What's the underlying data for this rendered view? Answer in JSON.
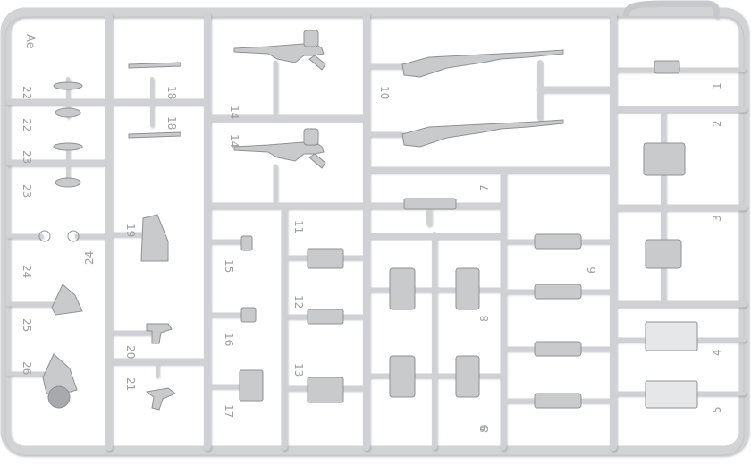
{
  "sprue": {
    "code": "Ae",
    "numbers": [
      "22",
      "22",
      "23",
      "23",
      "24",
      "24",
      "25",
      "26",
      "18",
      "18",
      "19",
      "20",
      "21",
      "14",
      "14",
      "10",
      "7",
      "1",
      "2",
      "3",
      "4",
      "5",
      "6",
      "8",
      "8",
      "9",
      "11",
      "12",
      "13",
      "15",
      "16",
      "17"
    ]
  },
  "colors": {
    "background": "#ffffff",
    "plastic": "#d2d3d5",
    "plastic_edge": "#a9abae",
    "plastic_shadow": "#8f9194",
    "part": "#c9cacc",
    "number_text": "#9ea0a3"
  }
}
